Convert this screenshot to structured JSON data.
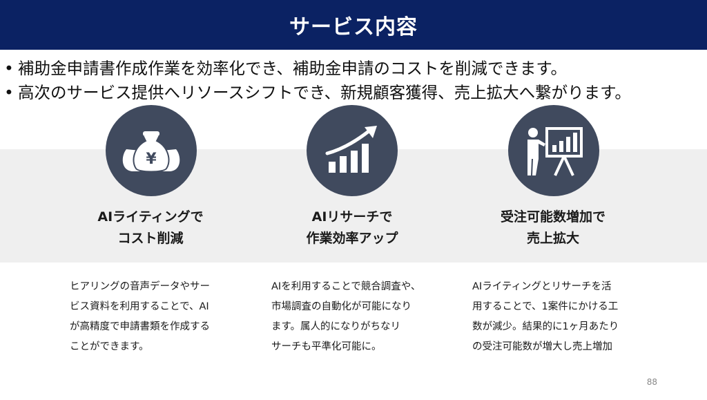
{
  "header": {
    "title": "サービス内容"
  },
  "bullets": [
    "補助金申請書作成作業を効率化でき、補助金申請のコストを削減できます。",
    "高次のサービス提供へリソースシフトでき、新規顧客獲得、売上拡大へ繋がります。"
  ],
  "bullet_marker": "•",
  "columns": [
    {
      "icon": "money-bag-yen-icon",
      "icon_glyph": "¥",
      "heading_lines": [
        "AIライティングで",
        "コスト削減"
      ],
      "description_lines": [
        "ヒアリングの音声データやサー",
        "ビス資料を利用することで、AI",
        "が高精度で申請書類を作成する",
        "ことができます。"
      ]
    },
    {
      "icon": "growth-chart-icon",
      "heading_lines": [
        "AIリサーチで",
        "作業効率アップ"
      ],
      "description_lines": [
        "AIを利用することで競合調査や、",
        "市場調査の自動化が可能になり",
        "ます。属人的になりがちなリ",
        "サーチも平準化可能に。"
      ]
    },
    {
      "icon": "presentation-board-icon",
      "heading_lines": [
        "受注可能数増加で",
        "売上拡大"
      ],
      "description_lines": [
        "AIライティングとリサーチを活",
        "用することで、1案件にかける工",
        "数が減少。結果的に1ヶ月あたり",
        "の受注可能数が増大し売上増加"
      ]
    }
  ],
  "colors": {
    "header_bg": "#0b2263",
    "circle_bg": "#404a5e",
    "band_bg": "#efefef"
  },
  "page_number": "88"
}
